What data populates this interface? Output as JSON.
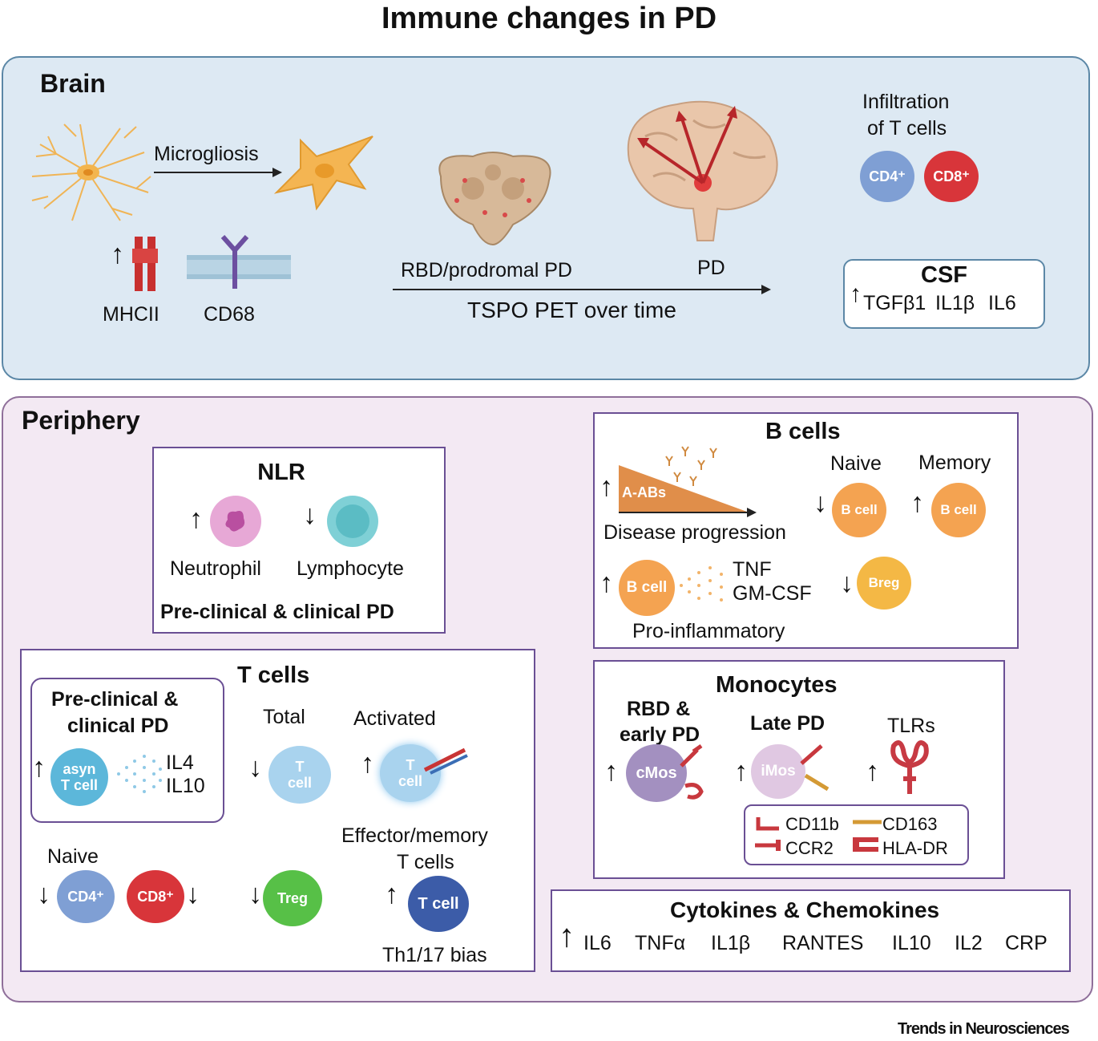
{
  "title": "Immune changes in PD",
  "brain": {
    "header": "Brain",
    "microgliosis": "Microgliosis",
    "mhcii": "MHCII",
    "cd68": "CD68",
    "timeline": {
      "stage1": "RBD/prodromal PD",
      "stage2": "PD",
      "axis": "TSPO PET over time"
    },
    "infiltration": "Infiltration",
    "infiltration_2": "of T cells",
    "cd4": "CD4⁺",
    "cd8": "CD8⁺",
    "csf": {
      "header": "CSF",
      "items": [
        "TGFβ1",
        "IL1β",
        "IL6"
      ]
    }
  },
  "periphery": {
    "header": "Periphery",
    "nlr": {
      "header": "NLR",
      "neutrophil": "Neutrophil",
      "lymphocyte": "Lymphocyte",
      "footer": "Pre-clinical & clinical PD"
    },
    "tcells": {
      "header": "T cells",
      "sub_header_1": "Pre-clinical &",
      "sub_header_2": "clinical PD",
      "asyn_cell_1": "asyn",
      "asyn_cell_2": "T cell",
      "il4": "IL4",
      "il10": "IL10",
      "total": "Total",
      "activated": "Activated",
      "t_cell_1": "T",
      "t_cell_2": "cell",
      "effector_1": "Effector/memory",
      "effector_2": "T cells",
      "effector_cell": "T cell",
      "th_bias": "Th1/17 bias",
      "naive": "Naive",
      "cd4": "CD4⁺",
      "cd8": "CD8⁺",
      "treg": "Treg"
    },
    "bcells": {
      "header": "B cells",
      "aabs": "A-ABs",
      "disease_progression": "Disease progression",
      "naive": "Naive",
      "memory": "Memory",
      "b_cell": "B cell",
      "tnf": "TNF",
      "gmcsf": "GM-CSF",
      "pro_inflammatory": "Pro-inflammatory",
      "breg": "Breg"
    },
    "monocytes": {
      "header": "Monocytes",
      "rbd_1": "RBD &",
      "rbd_2": "early PD",
      "late_pd": "Late PD",
      "tlrs": "TLRs",
      "cmos": "cMos",
      "imos": "iMos",
      "markers": [
        "CD11b",
        "CD163",
        "CCR2",
        "HLA-DR"
      ]
    },
    "cytokines": {
      "header": "Cytokines & Chemokines",
      "items": [
        "IL6",
        "TNFα",
        "IL1β",
        "RANTES",
        "IL10",
        "IL2",
        "CRP"
      ]
    }
  },
  "footer": "Trends in Neurosciences",
  "colors": {
    "cd4": "#7f9fd4",
    "cd8": "#d8353a",
    "neutrophil": "#e7a8d6",
    "lymphocyte": "#7fd0d6",
    "tcell": "#a9d3ee",
    "treg": "#57c047",
    "effector": "#3c5ca8",
    "bcell": "#f4a351",
    "mono": "#b8a1c9",
    "brain_bg": "#dde9f3",
    "periphery_bg": "#f3e9f3"
  }
}
